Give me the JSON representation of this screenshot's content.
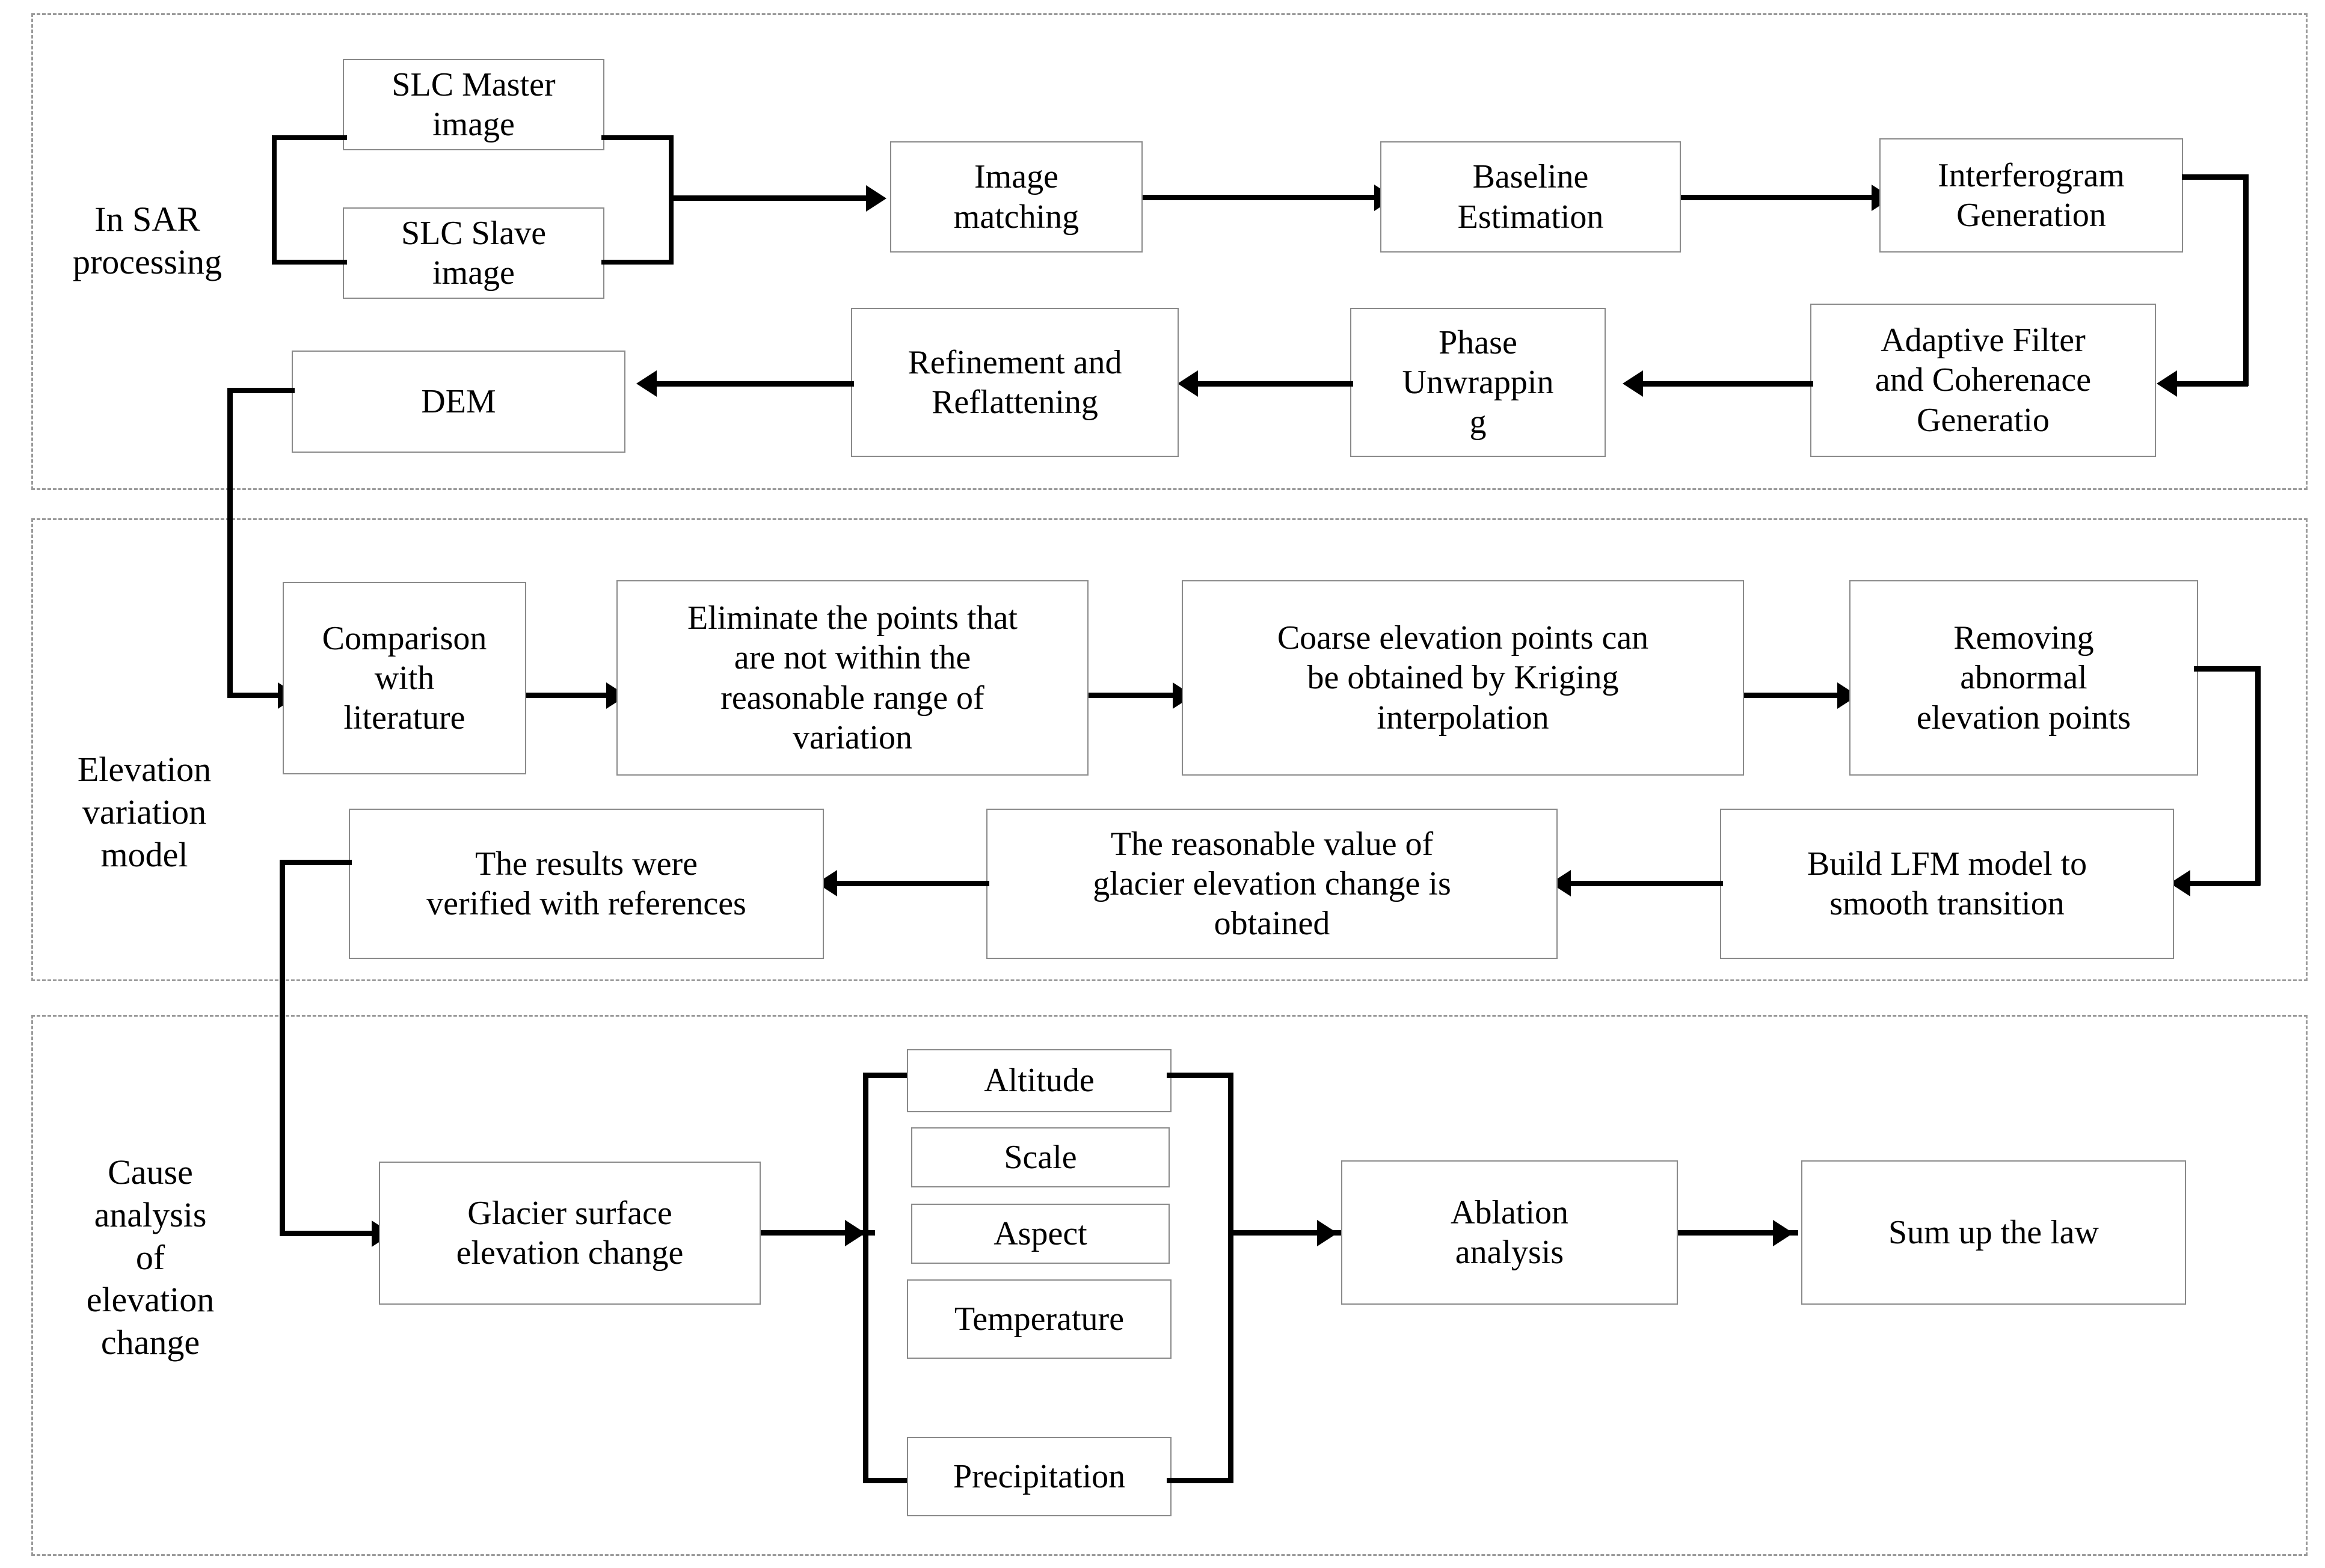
{
  "title": "Glacier elevation change methodology flowchart",
  "sections": [
    {
      "id": "insar",
      "label": "In SAR\nprocessing"
    },
    {
      "id": "elevation",
      "label": "Elevation\nvariation\nmodel"
    },
    {
      "id": "cause",
      "label": "Cause\nanalysis\nof\nelevation\nchange"
    }
  ],
  "insar": {
    "boxes": [
      {
        "id": "slc_master",
        "label": "SLC Master\nimage"
      },
      {
        "id": "slc_slave",
        "label": "SLC Slave\nimage"
      },
      {
        "id": "image_matching",
        "label": "Image\nmatching"
      },
      {
        "id": "baseline",
        "label": "Baseline\nEstimation"
      },
      {
        "id": "interferogram",
        "label": "Interferogram\nGeneration"
      },
      {
        "id": "adaptive_filter",
        "label": "Adaptive Filter\nand Coherenace\nGeneratio"
      },
      {
        "id": "phase_unwrap",
        "label": "Phase\nUnwrappin\ng"
      },
      {
        "id": "refinement",
        "label": "Refinement and\nReflattening"
      },
      {
        "id": "dem",
        "label": "DEM"
      }
    ]
  },
  "elevation": {
    "boxes": [
      {
        "id": "comparison",
        "label": "Comparison\nwith\nliterature"
      },
      {
        "id": "eliminate",
        "label": "Eliminate the points that\nare not within the\nreasonable range of\nvariation"
      },
      {
        "id": "kriging",
        "label": "Coarse elevation points can\nbe obtained by Kriging\ninterpolation"
      },
      {
        "id": "removing",
        "label": "Removing\nabnormal\nelevation points"
      },
      {
        "id": "lfm",
        "label": "Build LFM model to\nsmooth transition"
      },
      {
        "id": "reasonable",
        "label": "The reasonable value of\nglacier elevation change is\nobtained"
      },
      {
        "id": "verified",
        "label": "The results were\nverified with references"
      }
    ]
  },
  "cause": {
    "boxes": [
      {
        "id": "glacier_change",
        "label": "Glacier surface\nelevation change"
      },
      {
        "id": "ablation",
        "label": "Ablation\nanalysis"
      },
      {
        "id": "sum_law",
        "label": "Sum up the law"
      }
    ],
    "factors": [
      {
        "id": "altitude",
        "label": "Altitude"
      },
      {
        "id": "scale",
        "label": "Scale"
      },
      {
        "id": "aspect",
        "label": "Aspect"
      },
      {
        "id": "temperature",
        "label": "Temperature"
      },
      {
        "id": "precipitation",
        "label": "Precipitation"
      }
    ]
  },
  "colors": {
    "line": "#000000",
    "box_border": "#6f6f6f",
    "section_border": "#9a9a9a",
    "background": "#ffffff"
  }
}
